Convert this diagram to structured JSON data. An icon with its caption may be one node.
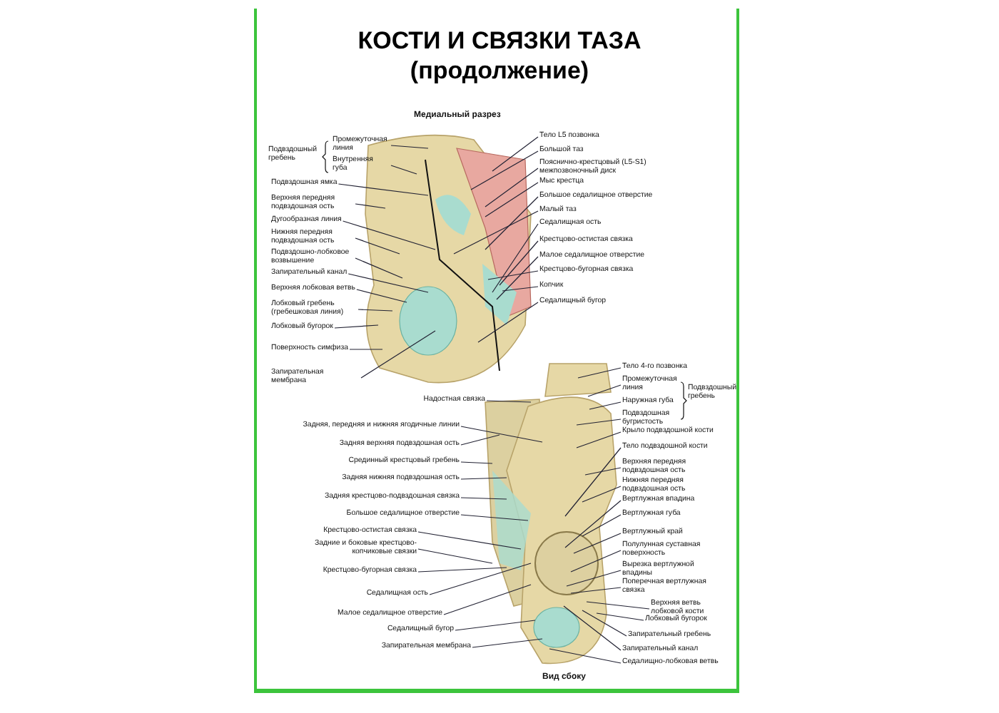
{
  "diagram": {
    "title": "КОСТИ И СВЯЗКИ ТАЗА (продолжение)",
    "nodes": [
      {
        "text": [
          "Промежуточная линия"
        ]
      },
      {
        "text": [
          "Внутренняя губа"
        ]
      },
      {
        "text": [
          "Подвздошная ямка"
        ]
      },
      {
        "text": [
          "Верхняя передняя подвздошная ость"
        ]
      },
      {
        "text": [
          "Дугообразная линия"
        ]
      },
      {
        "text": [
          "Нижняя передняя подвздошная ость"
        ]
      },
      {
        "text": [
          "Подвздошно-лобковое возвышение"
        ]
      },
      {
        "text": [
          "Запирательный канал"
        ]
      },
      {
        "text": [
          "Верхняя лобковая ветвь"
        ]
      },
      {
        "text": [
          "Лобковый гребень (гребешковая линия)"
        ]
      },
      {
        "text": [
          "Лобковый бугорок"
        ]
      },
      {
        "text": [
          "Поверхность симфиза"
        ]
      },
      {
        "text": [
          "Запирательная мембрана"
        ]
      },
      {
        "text": [
          "Тело L5 позвонка"
        ]
      },
      {
        "text": [
          "Большой таз"
        ]
      },
      {
        "text": [
          "Пояснично-крестцовый (L5-S1) межпозвоночный диск"
        ]
      },
      {
        "text": [
          "Мыс крестца"
        ]
      },
      {
        "text": [
          "Большое седалищное отверстие"
        ]
      },
      {
        "text": [
          "Малый таз"
        ]
      },
      {
        "text": [
          "Седалищная ость"
        ]
      },
      {
        "text": [
          "Крестцово-остистая связка"
        ]
      },
      {
        "text": [
          "Малое седалищное отверстие"
        ]
      },
      {
        "text": [
          "Крестцово-бугорная связка"
        ]
      },
      {
        "text": [
          "Копчик"
        ]
      },
      {
        "text": [
          "Седалищный бугор"
        ]
      },
      {
        "text": [
          "Надостная связка"
        ]
      },
      {
        "text": [
          "Задняя, передняя и нижняя ягодичные линии"
        ]
      },
      {
        "text": [
          "Задняя верхняя подвздошная ость"
        ]
      },
      {
        "text": [
          "Срединный крестцовый гребень"
        ]
      },
      {
        "text": [
          "Задняя нижняя подвздошная ость"
        ]
      },
      {
        "text": [
          "Задняя крестцово-подвздошная связка"
        ]
      },
      {
        "text": [
          "Большое седалищное отверстие"
        ]
      },
      {
        "text": [
          "Крестцово-остистая связка"
        ]
      },
      {
        "text": [
          "Задние и боковые крестцово-копчиковые связки"
        ]
      },
      {
        "text": [
          "Крестцово-бугорная связка"
        ]
      },
      {
        "text": [
          "Седалищная ость"
        ]
      },
      {
        "text": [
          "Малое седалищное отверстие"
        ]
      },
      {
        "text": [
          "Седалищный бугор"
        ]
      },
      {
        "text": [
          "Запирательная мембрана"
        ]
      },
      {
        "text": [
          "Тело 4-го позвонка"
        ]
      },
      {
        "text": [
          "Промежуточная линия"
        ]
      },
      {
        "text": [
          "Наружная губа"
        ]
      },
      {
        "text": [
          "Подвздошная бугристость"
        ]
      },
      {
        "text": [
          "Крыло подвздошной кости"
        ]
      },
      {
        "text": [
          "Тело подвздошной кости"
        ]
      },
      {
        "text": [
          "Верхняя передняя подвздошная ость"
        ]
      },
      {
        "text": [
          "Нижняя передняя подвздошная ость"
        ]
      },
      {
        "text": [
          "Вертлужная впадина"
        ]
      },
      {
        "text": [
          "Вертлужная губа"
        ]
      },
      {
        "text": [
          "Вертлужный край"
        ]
      },
      {
        "text": [
          "Полулунная суставная поверхность"
        ]
      },
      {
        "text": [
          "Вырезка вертлужной впадины"
        ]
      },
      {
        "text": [
          "Поперечная вертлужная связка"
        ]
      },
      {
        "text": [
          "Верхняя ветвь лобковой кости"
        ]
      },
      {
        "text": [
          "Лобковый бугорок"
        ]
      },
      {
        "text": [
          "Запирательный гребень"
        ]
      },
      {
        "text": [
          "Запирательный канал"
        ]
      },
      {
        "text": [
          "Седалищно-лобковая ветвь"
        ]
      }
    ],
    "edges": [
      {
        "from": 0,
        "to": null,
        "arrow": "none"
      },
      {
        "from": 1,
        "to": null,
        "arrow": "none"
      },
      {
        "from": 2,
        "to": null,
        "arrow": "none"
      },
      {
        "from": 3,
        "to": null,
        "arrow": "none"
      },
      {
        "from": 4,
        "to": null,
        "arrow": "none"
      },
      {
        "from": 5,
        "to": null,
        "arrow": "none"
      },
      {
        "from": 6,
        "to": null,
        "arrow": "none"
      },
      {
        "from": 7,
        "to": null,
        "arrow": "none"
      },
      {
        "from": 8,
        "to": null,
        "arrow": "none"
      },
      {
        "from": 9,
        "to": null,
        "arrow": "none"
      },
      {
        "from": 10,
        "to": null,
        "arrow": "none"
      },
      {
        "from": 11,
        "to": null,
        "arrow": "none"
      },
      {
        "from": 12,
        "to": null,
        "arrow": "none"
      },
      {
        "from": 13,
        "to": null,
        "arrow": "none"
      },
      {
        "from": 14,
        "to": null,
        "arrow": "none"
      },
      {
        "from": 15,
        "to": null,
        "arrow": "none"
      },
      {
        "from": 16,
        "to": null,
        "arrow": "none"
      },
      {
        "from": 17,
        "to": null,
        "arrow": "none"
      },
      {
        "from": 18,
        "to": null,
        "arrow": "none"
      },
      {
        "from": 19,
        "to": null,
        "arrow": "none"
      },
      {
        "from": 20,
        "to": null,
        "arrow": "none"
      },
      {
        "from": 21,
        "to": null,
        "arrow": "none"
      },
      {
        "from": 22,
        "to": null,
        "arrow": "none"
      },
      {
        "from": 23,
        "to": null,
        "arrow": "none"
      },
      {
        "from": 24,
        "to": null,
        "arrow": "none"
      },
      {
        "from": 25,
        "to": null,
        "arrow": "none"
      },
      {
        "from": 26,
        "to": null,
        "arrow": "none"
      },
      {
        "from": 27,
        "to": null,
        "arrow": "none"
      },
      {
        "from": 28,
        "to": null,
        "arrow": "none"
      },
      {
        "from": 29,
        "to": null,
        "arrow": "none"
      },
      {
        "from": 30,
        "to": null,
        "arrow": "none"
      },
      {
        "from": 31,
        "to": null,
        "arrow": "none"
      },
      {
        "from": 32,
        "to": null,
        "arrow": "none"
      },
      {
        "from": 33,
        "to": null,
        "arrow": "none"
      },
      {
        "from": 34,
        "to": null,
        "arrow": "none"
      },
      {
        "from": 35,
        "to": null,
        "arrow": "none"
      },
      {
        "from": 36,
        "to": null,
        "arrow": "none"
      },
      {
        "from": 37,
        "to": null,
        "arrow": "none"
      },
      {
        "from": 38,
        "to": null,
        "arrow": "none"
      },
      {
        "from": 39,
        "to": null,
        "arrow": "none"
      },
      {
        "from": 40,
        "to": null,
        "arrow": "none"
      },
      {
        "from": 41,
        "to": null,
        "arrow": "none"
      },
      {
        "from": 42,
        "to": null,
        "arrow": "none"
      },
      {
        "from": 43,
        "to": null,
        "arrow": "none"
      },
      {
        "from": 44,
        "to": null,
        "arrow": "none"
      },
      {
        "from": 45,
        "to": null,
        "arrow": "none"
      },
      {
        "from": 46,
        "to": null,
        "arrow": "none"
      },
      {
        "from": 47,
        "to": null,
        "arrow": "none"
      },
      {
        "from": 48,
        "to": null,
        "arrow": "none"
      },
      {
        "from": 49,
        "to": null,
        "arrow": "none"
      },
      {
        "from": 50,
        "to": null,
        "arrow": "none"
      },
      {
        "from": 51,
        "to": null,
        "arrow": "none"
      },
      {
        "from": 52,
        "to": null,
        "arrow": "none"
      },
      {
        "from": 53,
        "to": null,
        "arrow": "none"
      },
      {
        "from": 54,
        "to": null,
        "arrow": "none"
      },
      {
        "from": 55,
        "to": null,
        "arrow": "none"
      },
      {
        "from": 56,
        "to": null,
        "arrow": "none"
      },
      {
        "from": 57,
        "to": null,
        "arrow": "none"
      }
    ],
    "labels": [
      "Медиальный разрез",
      "Подвздошный гребень",
      "Подвздошный гребень",
      "Вид сбоку"
    ]
  }
}
